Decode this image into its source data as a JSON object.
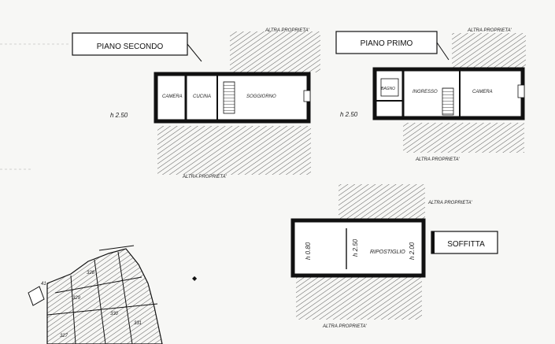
{
  "sheet": {
    "floors": [
      {
        "title": "PIANO SECONDO",
        "height_label": "h 2.50",
        "rooms": [
          "CAMERA",
          "CUCINA",
          "SOGGIORNO"
        ],
        "neighbor_top": "ALTRA PROPRIETA'",
        "neighbor_bottom": "ALTRA PROPRIETA'"
      },
      {
        "title": "PIANO PRIMO",
        "height_label": "h 2.50",
        "rooms": [
          "BAGNO",
          "INGRESSO",
          "CAMERA"
        ],
        "neighbor_top": "ALTRA PROPRIETA'",
        "neighbor_bottom": "ALTRA PROPRIETA'"
      },
      {
        "title": "SOFFITTA",
        "rooms": [
          "RIPOSTIGLIO"
        ],
        "heights": [
          "h 0.80",
          "h 2.50",
          "h 2.00"
        ],
        "neighbor_top": "ALTRA PROPRIETA'",
        "neighbor_bottom": "ALTRA PROPRIETA'"
      }
    ],
    "cadastral_map": {
      "parcels": [
        "328",
        "329",
        "327",
        "330",
        "331"
      ],
      "label": "41"
    }
  }
}
